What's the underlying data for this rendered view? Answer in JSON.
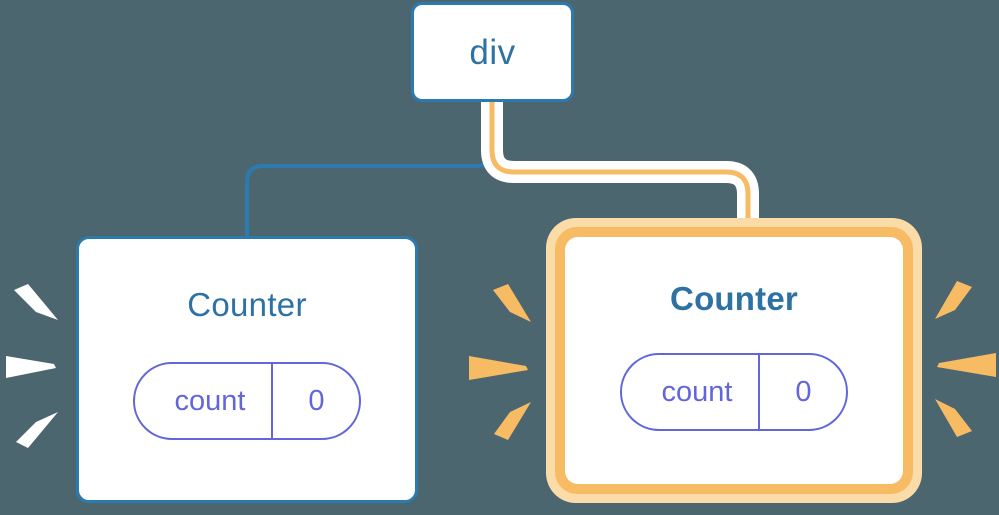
{
  "diagram": {
    "title_semantic": "react-component-tree-rerender-highlight",
    "background_color": "#4c6670"
  },
  "colors": {
    "background": "#4c6670",
    "node_border_blue": "#2d7ab0",
    "node_text_blue": "#2d72a3",
    "state_pill_purple": "#6366d8",
    "highlight_orange": "#f7bb63",
    "highlight_orange_soft": "#fbdca9",
    "wire_blue": "#2d7ab0",
    "wire_orange": "#f7bb63",
    "wire_halo_white": "#ffffff",
    "spark_white": "#ffffff",
    "spark_orange": "#f7bb63",
    "node_fill": "#ffffff"
  },
  "nodes": {
    "root": {
      "label": "div",
      "highlighted": false
    },
    "counter_left": {
      "label": "Counter",
      "highlighted": false,
      "bold_title": false,
      "state": {
        "key": "count",
        "value": "0"
      }
    },
    "counter_right": {
      "label": "Counter",
      "highlighted": true,
      "bold_title": true,
      "state": {
        "key": "count",
        "value": "0"
      }
    }
  },
  "edges": [
    {
      "name": "edge-div-to-counter-left",
      "from": "div",
      "to": "Counter (left)",
      "color": "#2d7ab0",
      "highlighted": false
    },
    {
      "name": "edge-div-to-counter-right",
      "from": "div",
      "to": "Counter (right)",
      "color": "#f7bb63",
      "highlighted": true
    }
  ],
  "sparks": [
    {
      "name": "spark-group-far-left",
      "color": "#ffffff",
      "count": 3,
      "direction": "right"
    },
    {
      "name": "spark-group-middle",
      "color": "#f7bb63",
      "count": 3,
      "direction": "right"
    },
    {
      "name": "spark-group-far-right",
      "color": "#f7bb63",
      "count": 3,
      "direction": "left"
    }
  ],
  "icons": {
    "spark": "spark-ray-icon"
  }
}
